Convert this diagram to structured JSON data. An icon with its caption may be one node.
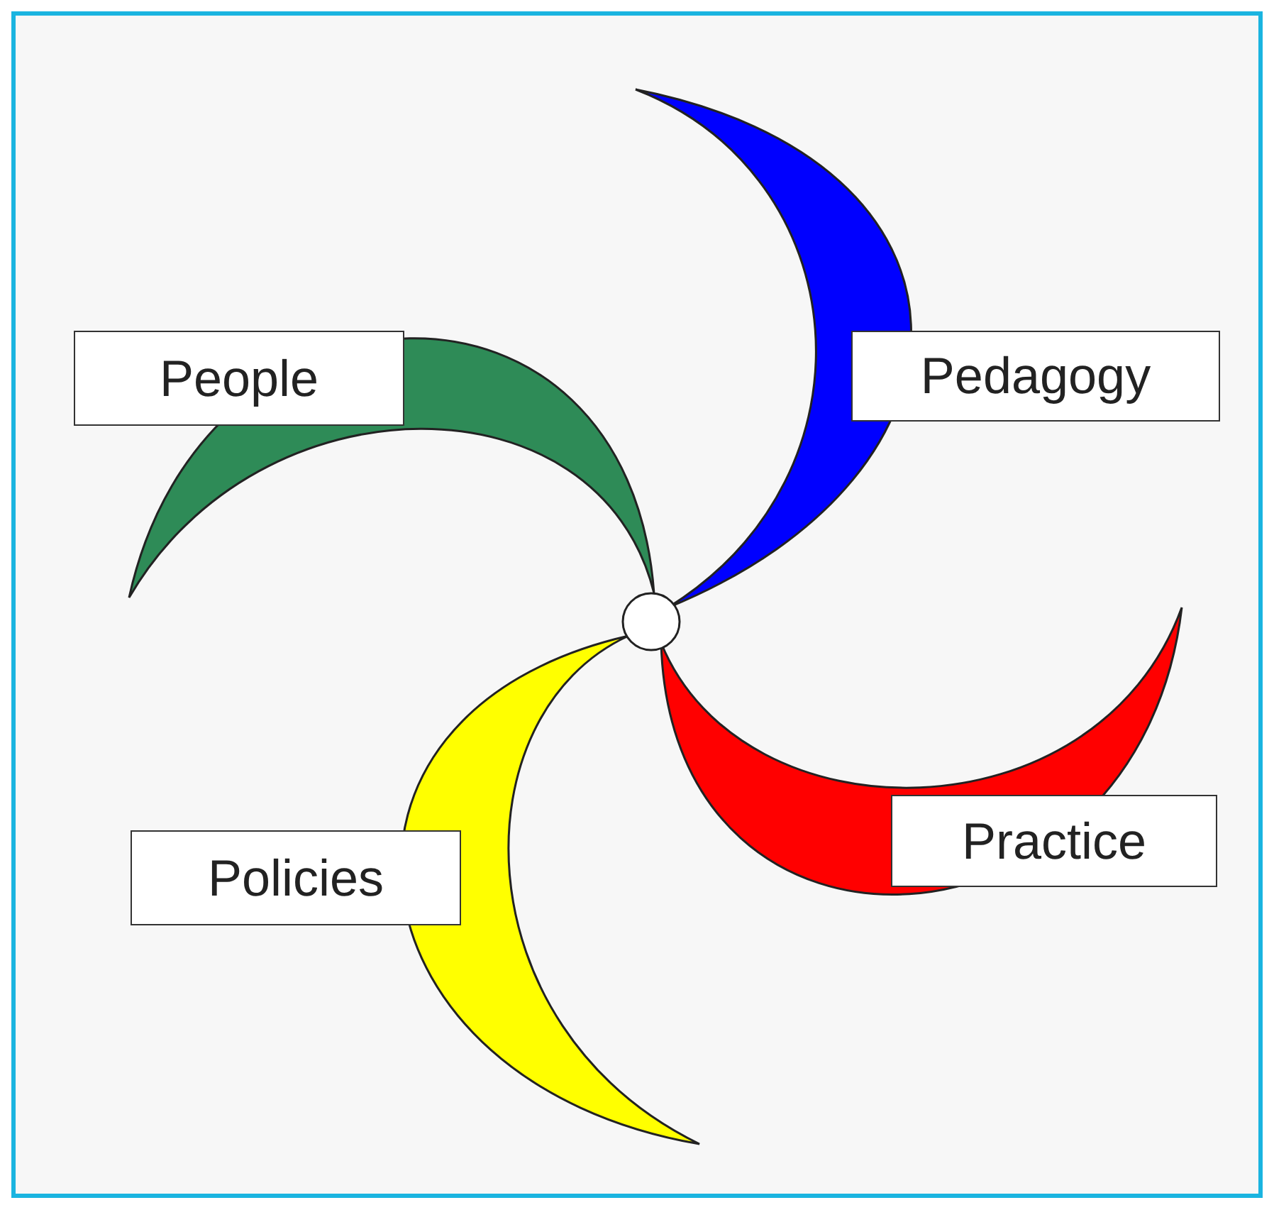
{
  "diagram": {
    "nodes": [
      {
        "text": [
          "People"
        ]
      },
      {
        "text": [
          "Pedagogy"
        ]
      },
      {
        "text": [
          "Practice"
        ]
      },
      {
        "text": [
          "Policies"
        ]
      }
    ]
  }
}
